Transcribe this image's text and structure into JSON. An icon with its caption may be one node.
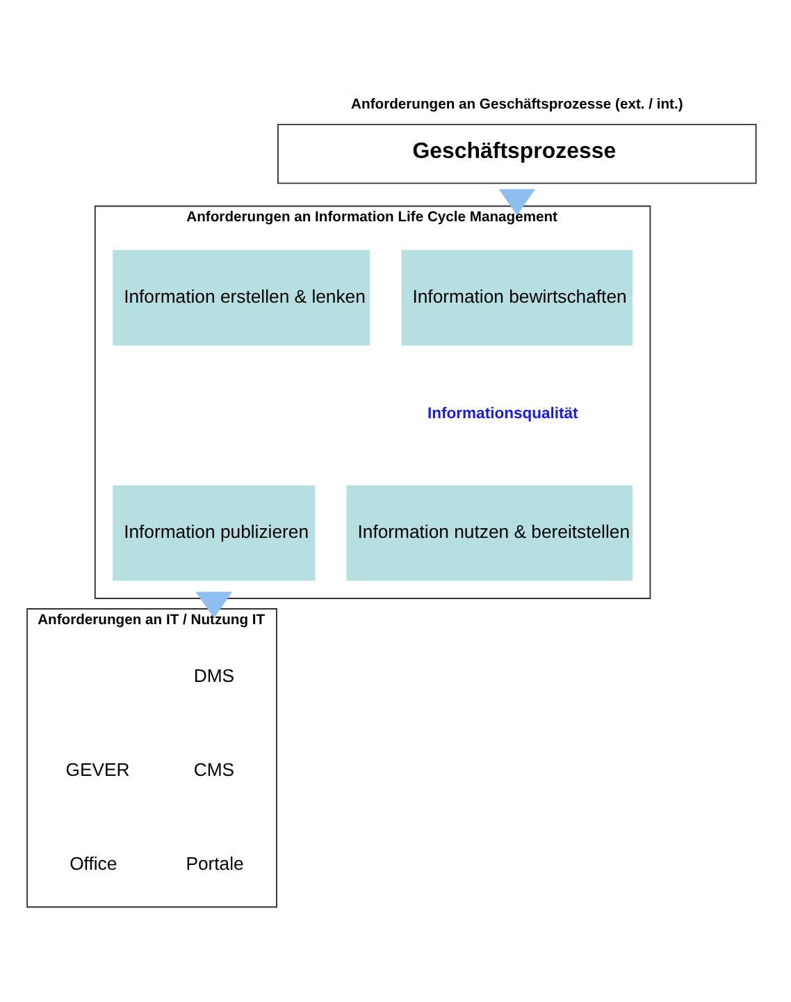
{
  "diagram": {
    "nodes": [
      {
        "text": [
          "Anforderungen an Geschäftsprozesse (ext. / int.)",
          "Geschäftsprozesse"
        ]
      },
      {
        "text": [
          "Anforderungen an Information Life Cycle Management"
        ]
      },
      {
        "text": [
          "Information bewirtschaften"
        ],
        "in": 1
      },
      {
        "text": [
          "Information erstellen & lenken"
        ],
        "in": 1
      },
      {
        "text": [
          "Informationsqualität"
        ],
        "in": 1
      },
      {
        "text": [
          "Information nutzen & bereitstellen"
        ],
        "in": 1
      },
      {
        "text": [
          "Information publizieren"
        ],
        "in": 1
      },
      {
        "text": [
          "Anforderungen an IT / Nutzung IT"
        ]
      },
      {
        "text": [
          "DMS"
        ],
        "in": 7
      },
      {
        "text": [
          "CMS"
        ],
        "in": 7
      },
      {
        "text": [
          "GEVER"
        ],
        "in": 7
      },
      {
        "text": [
          "Portale"
        ],
        "in": 7
      },
      {
        "text": [
          "Office"
        ],
        "in": 7
      }
    ],
    "edges": [
      {
        "from": 0,
        "to": 1,
        "arrow": "to"
      },
      {
        "from": 1,
        "to": 7,
        "arrow": "to"
      }
    ]
  }
}
